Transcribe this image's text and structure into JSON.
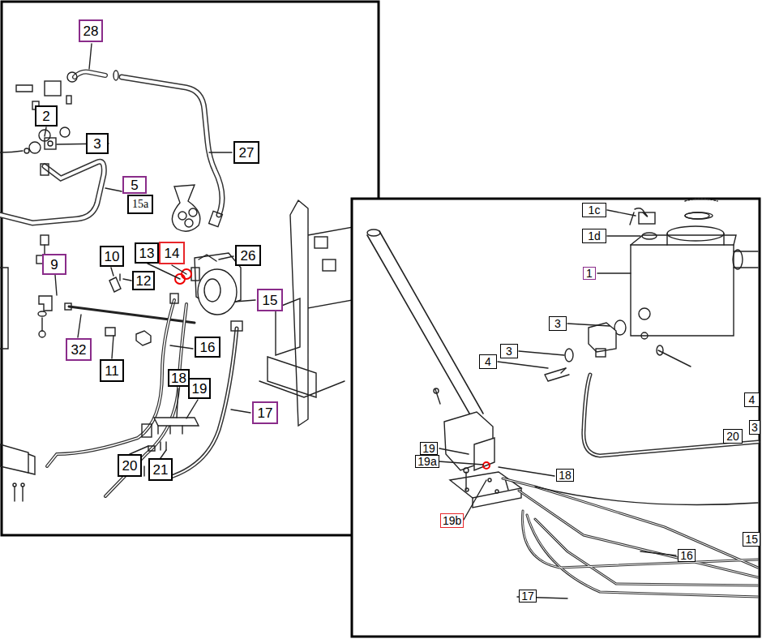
{
  "diagram": {
    "labels": [
      "28",
      "2",
      "3",
      "27",
      "5",
      "15a",
      "9",
      "10",
      "12",
      "13",
      "14",
      "26",
      "15",
      "32",
      "11",
      "16",
      "18",
      "19",
      "17",
      "20",
      "21",
      "1c",
      "1d",
      "1",
      "3",
      "3",
      "4",
      "4",
      "20",
      "3",
      "19",
      "19a",
      "18",
      "19b",
      "16",
      "15",
      "17"
    ]
  }
}
